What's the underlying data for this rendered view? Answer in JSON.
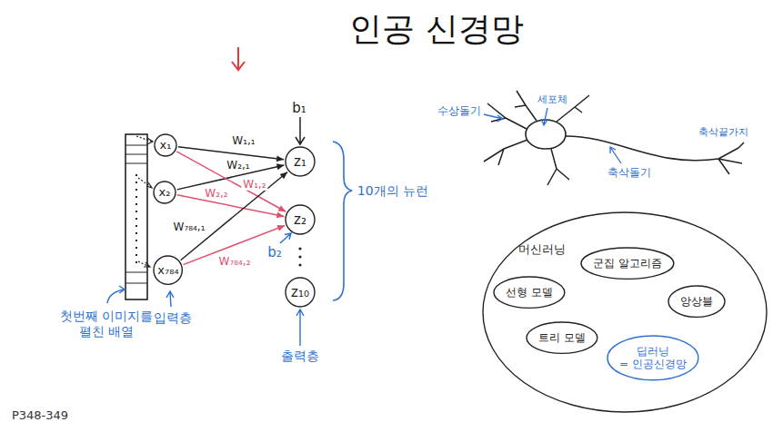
{
  "diagram": {
    "title": "인공 신경망",
    "nodes": [
      {
        "text": [
          "x₁"
        ]
      },
      {
        "text": [
          "x₂"
        ]
      },
      {
        "text": [
          "x₇₈₄"
        ]
      },
      {
        "text": [
          "z₁"
        ]
      },
      {
        "text": [
          "z₂"
        ]
      },
      {
        "text": [
          "z₁₀"
        ]
      },
      {
        "text": [
          "머신러닝"
        ]
      },
      {
        "text": [
          "군집 알고리즘"
        ],
        "in": 6
      },
      {
        "text": [
          "선형 모델"
        ],
        "in": 6
      },
      {
        "text": [
          "앙상블"
        ],
        "in": 6
      },
      {
        "text": [
          "트리 모델"
        ],
        "in": 6
      },
      {
        "text": [
          "딥러닝",
          "= 인공신경망"
        ],
        "in": 6
      }
    ],
    "edges": [
      {
        "from": 0,
        "to": 3,
        "label": "W₁,₁",
        "arrow": "to"
      },
      {
        "from": 1,
        "to": 3,
        "label": "W₂,₁",
        "arrow": "to"
      },
      {
        "from": 0,
        "to": 4,
        "label": "W₁,₂",
        "arrow": "to"
      },
      {
        "from": 1,
        "to": 4,
        "label": "W₂,₂",
        "arrow": "to"
      },
      {
        "from": 2,
        "to": 3,
        "label": "W₇₈₄,₁",
        "arrow": "to"
      },
      {
        "from": 2,
        "to": 4,
        "label": "W₇₈₄,₂",
        "arrow": "to"
      }
    ],
    "labels": [
      "b₁",
      "b₂",
      "10개의 뉴런",
      "첫번째 이미지를 펼친 배열",
      "입력층",
      "출력층",
      "수상돌기",
      "세포체",
      "축삭돌기",
      "축삭끝가지",
      "P348-349"
    ]
  }
}
